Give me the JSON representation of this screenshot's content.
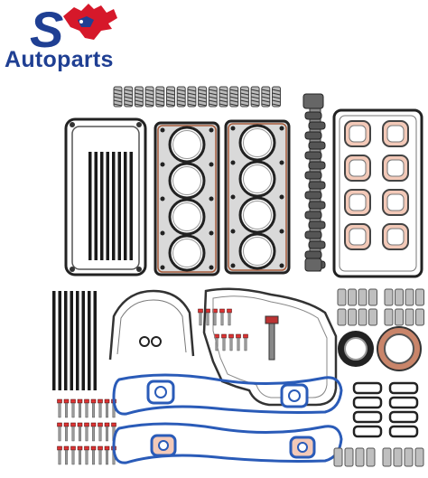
{
  "brand": {
    "name": "Autoparts",
    "logo_letter": "S",
    "colors": {
      "blue": "#1f3f93",
      "red": "#d6182a"
    }
  },
  "product": {
    "components": [
      "valve-springs",
      "valve-cover-gaskets",
      "pushrods",
      "head-gaskets",
      "camshaft",
      "intake-manifold-gaskets",
      "front-cover-gasket",
      "rear-cover-gasket",
      "o-rings",
      "bolts",
      "lifters",
      "crank-seals",
      "exhaust-gaskets",
      "lifter-guides"
    ]
  }
}
